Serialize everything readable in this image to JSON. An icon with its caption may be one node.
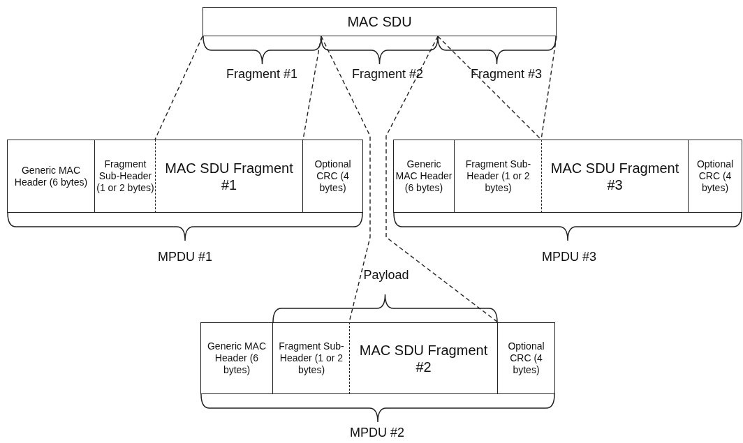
{
  "diagram": {
    "nodes": [
      {
        "text": [
          "MAC SDU"
        ]
      },
      {
        "text": [
          "Generic MAC Header (6 bytes)"
        ]
      },
      {
        "text": [
          "Fragment Sub-Header (1 or 2 bytes)"
        ]
      },
      {
        "text": [
          "MAC SDU Fragment #1"
        ]
      },
      {
        "text": [
          "Optional CRC (4 bytes)"
        ]
      },
      {
        "text": [
          "Generic MAC Header (6 bytes)"
        ]
      },
      {
        "text": [
          "Fragment Sub-Header (1 or 2 bytes)"
        ]
      },
      {
        "text": [
          "MAC SDU Fragment #3"
        ]
      },
      {
        "text": [
          "Optional CRC (4 bytes)"
        ]
      },
      {
        "text": [
          "Generic MAC Header (6 bytes)"
        ]
      },
      {
        "text": [
          "Fragment Sub-Header (1 or 2 bytes)"
        ]
      },
      {
        "text": [
          "MAC SDU Fragment #2"
        ]
      },
      {
        "text": [
          "Optional CRC (4 bytes)"
        ]
      }
    ],
    "edges": [
      {
        "from": 0,
        "to": 3,
        "arrow": "none",
        "style": "dashed"
      },
      {
        "from": 0,
        "to": 3,
        "arrow": "none",
        "style": "dashed"
      },
      {
        "from": 0,
        "to": 11,
        "arrow": "none",
        "style": "dashed"
      },
      {
        "from": 0,
        "to": 11,
        "arrow": "none",
        "style": "dashed"
      },
      {
        "from": 0,
        "to": 7,
        "arrow": "none",
        "style": "dashed"
      },
      {
        "from": 0,
        "to": 7,
        "arrow": "none",
        "style": "dashed"
      }
    ],
    "labels": [
      "Fragment #1",
      "Fragment #2",
      "Fragment #3",
      "MPDU #1",
      "MPDU #3",
      "Payload",
      "MPDU #2"
    ]
  }
}
